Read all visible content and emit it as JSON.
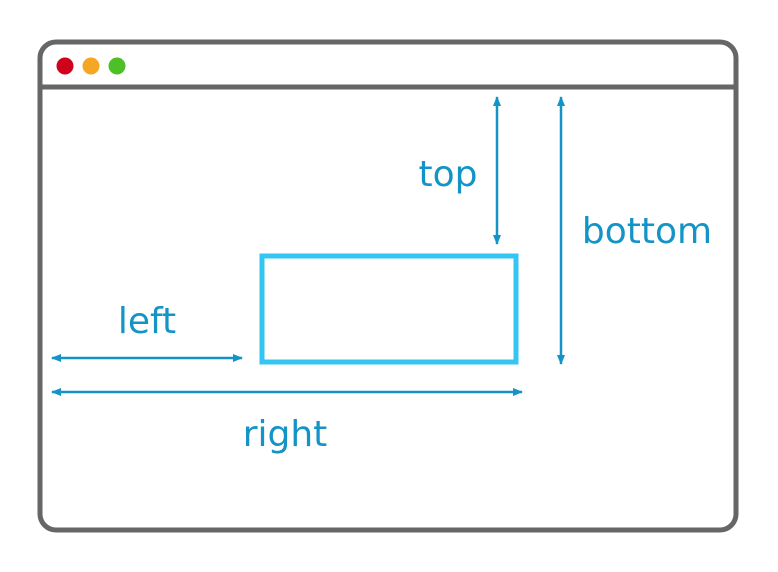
{
  "labels": {
    "top": "top",
    "bottom": "bottom",
    "left": "left",
    "right": "right"
  },
  "window_controls": {
    "close_color": "#d0021b",
    "minimize_color": "#f5a623",
    "maximize_color": "#4cc026"
  },
  "colors": {
    "frame": "#666666",
    "arrow": "#1493c6",
    "box": "#33c6f2",
    "text": "#1493c6"
  }
}
